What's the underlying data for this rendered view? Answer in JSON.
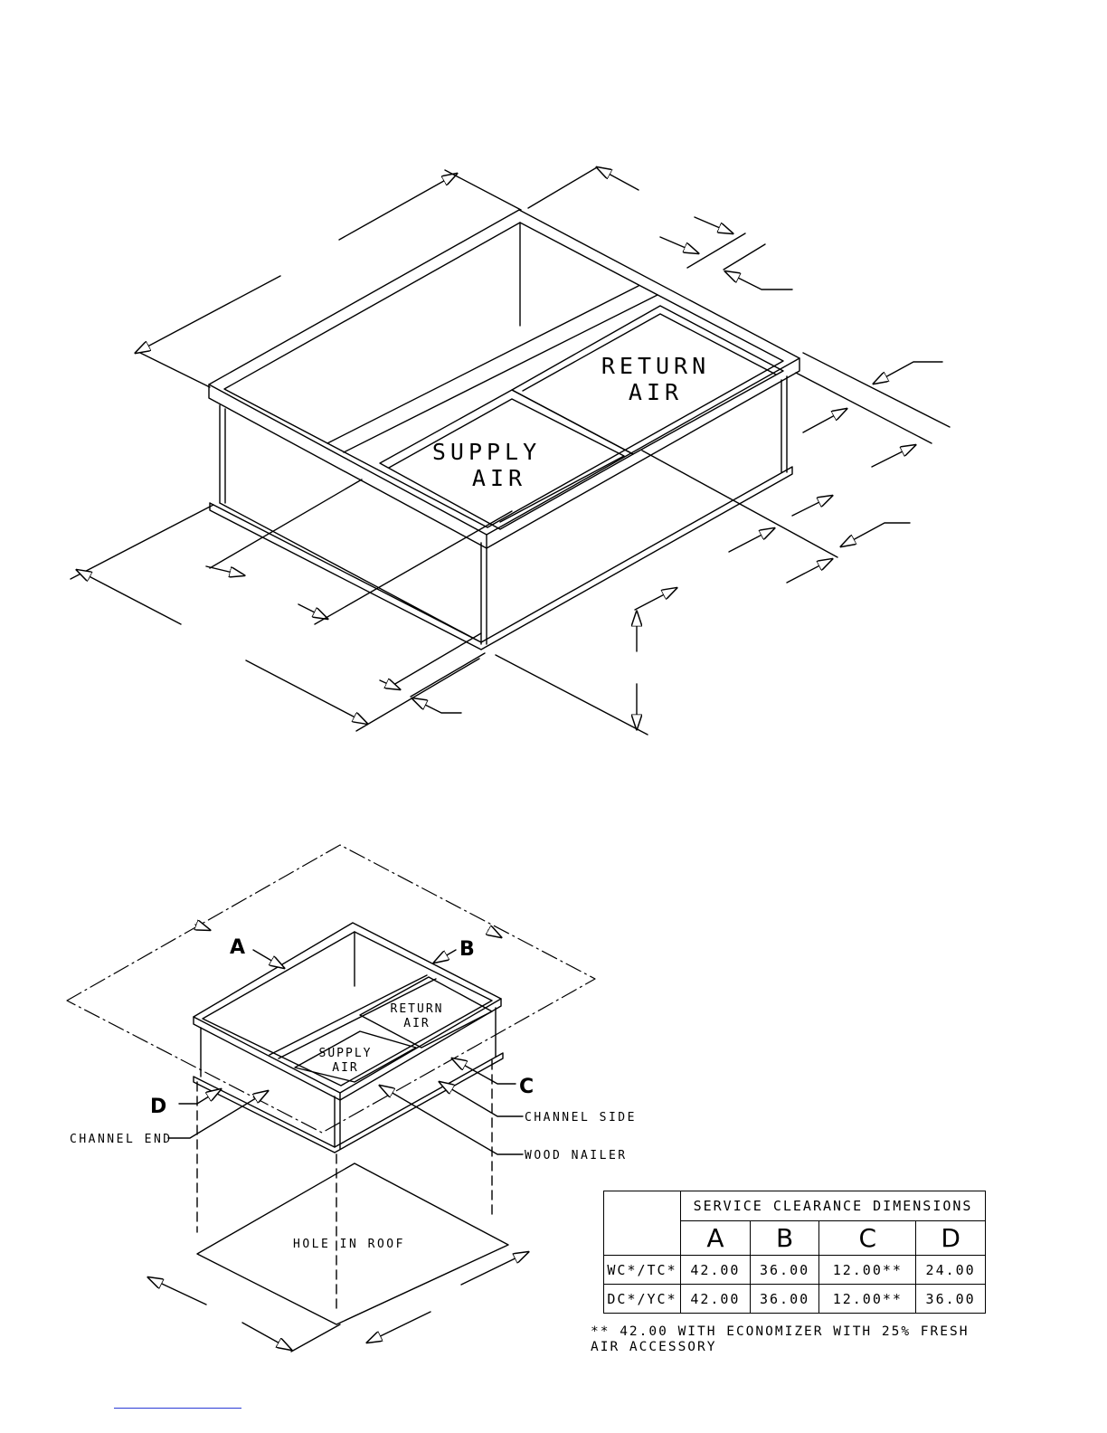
{
  "top_drawing": {
    "label_return": "RETURN",
    "label_return_2": "AIR",
    "label_supply": "SUPPLY",
    "label_supply_2": "AIR"
  },
  "bottom_drawing": {
    "label_return": "RETURN",
    "label_return_2": "AIR",
    "label_supply": "SUPPLY",
    "label_supply_2": "AIR",
    "label_a": "A",
    "label_b": "B",
    "label_c": "C",
    "label_d": "D",
    "channel_side": "CHANNEL SIDE",
    "channel_end": "CHANNEL END",
    "wood_nailer": "WOOD NAILER",
    "hole_in_roof": "HOLE IN ROOF"
  },
  "table": {
    "title": "SERVICE CLEARANCE DIMENSIONS",
    "columns": [
      "A",
      "B",
      "C",
      "D"
    ],
    "rows": [
      {
        "label": "WC*/TC*",
        "values": [
          "42.00",
          "36.00",
          "12.00**",
          "24.00"
        ]
      },
      {
        "label": "DC*/YC*",
        "values": [
          "42.00",
          "36.00",
          "12.00**",
          "36.00"
        ]
      }
    ]
  },
  "footnote": "** 42.00 WITH ECONOMIZER WITH 25% FRESH\nAIR ACCESSORY"
}
